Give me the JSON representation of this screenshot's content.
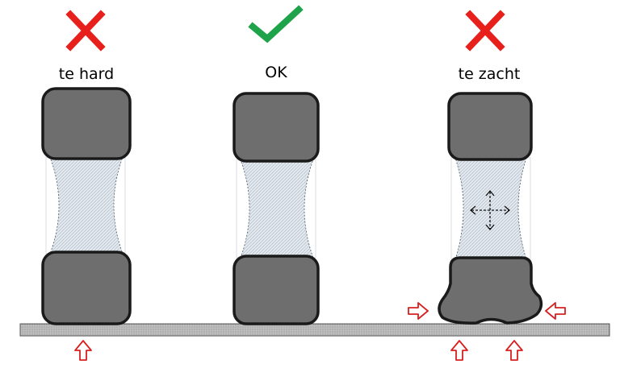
{
  "figures": [
    {
      "label": "te hard",
      "verdict": "wrong"
    },
    {
      "label": "OK",
      "verdict": "right"
    },
    {
      "label": "te zacht",
      "verdict": "wrong"
    }
  ],
  "colors": {
    "wrong": "#e8201c",
    "right": "#1fa34a",
    "block_fill": "#6e6e6e",
    "block_stroke": "#1a1a1a",
    "neck_fill": "#e2e8ee",
    "arrow": "#d62020",
    "surface": "#bdbdbd"
  },
  "icons": {
    "wrong": "cross-icon",
    "right": "check-icon",
    "force": "arrow-outline-icon",
    "expansion": "four-way-arrow-icon"
  }
}
